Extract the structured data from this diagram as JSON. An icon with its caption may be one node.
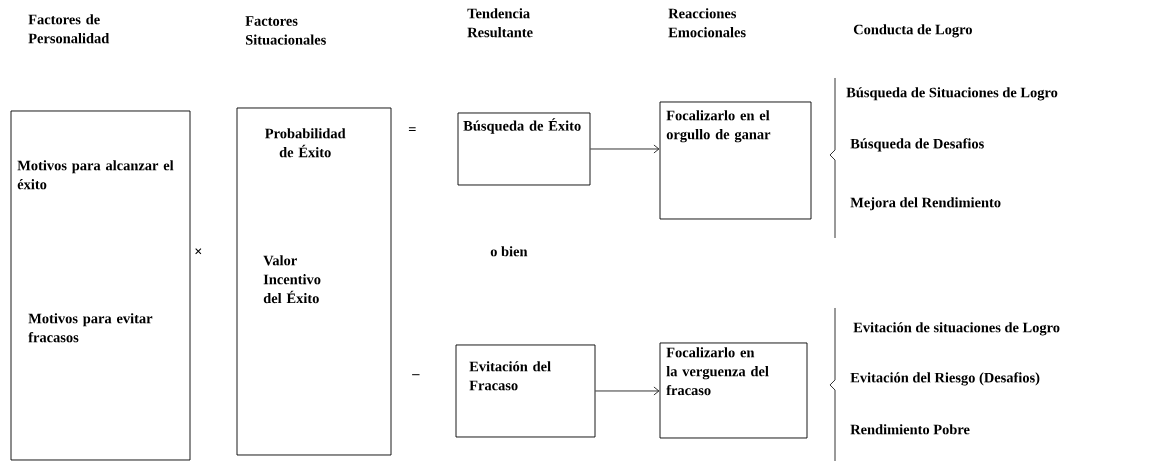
{
  "diagram": {
    "nodes": [
      {
        "text": [
          "Motivos para alcanzar el éxito",
          "Motivos para evitar fracasos"
        ]
      },
      {
        "text": [
          "Probabilidad de Éxito",
          "Valor Incentivo del Éxito"
        ]
      },
      {
        "text": [
          "Búsqueda de Éxito"
        ]
      },
      {
        "text": [
          "Evitación del Fracaso"
        ]
      },
      {
        "text": [
          "Focalizarlo en el orgullo de ganar"
        ]
      },
      {
        "text": [
          "Focalizarlo en la verguenza del fracaso"
        ]
      }
    ],
    "edges": [
      {
        "from": 2,
        "to": 4,
        "arrow": "to"
      },
      {
        "from": 3,
        "to": 5,
        "arrow": "to"
      }
    ],
    "labels": [
      "Factores de Personalidad",
      "Factores Situacionales",
      "Tendencia Resultante",
      "Reacciones Emocionales",
      "Conducta de Logro",
      "Búsqueda de Situaciones de Logro",
      "=",
      "Búsqueda de Desafios",
      "Mejora del Rendimiento",
      "×",
      "o bien",
      "Evitación de situaciones de Logro",
      "–",
      "Evitación del Riesgo (Desafios)",
      "Rendimiento Pobre"
    ]
  }
}
